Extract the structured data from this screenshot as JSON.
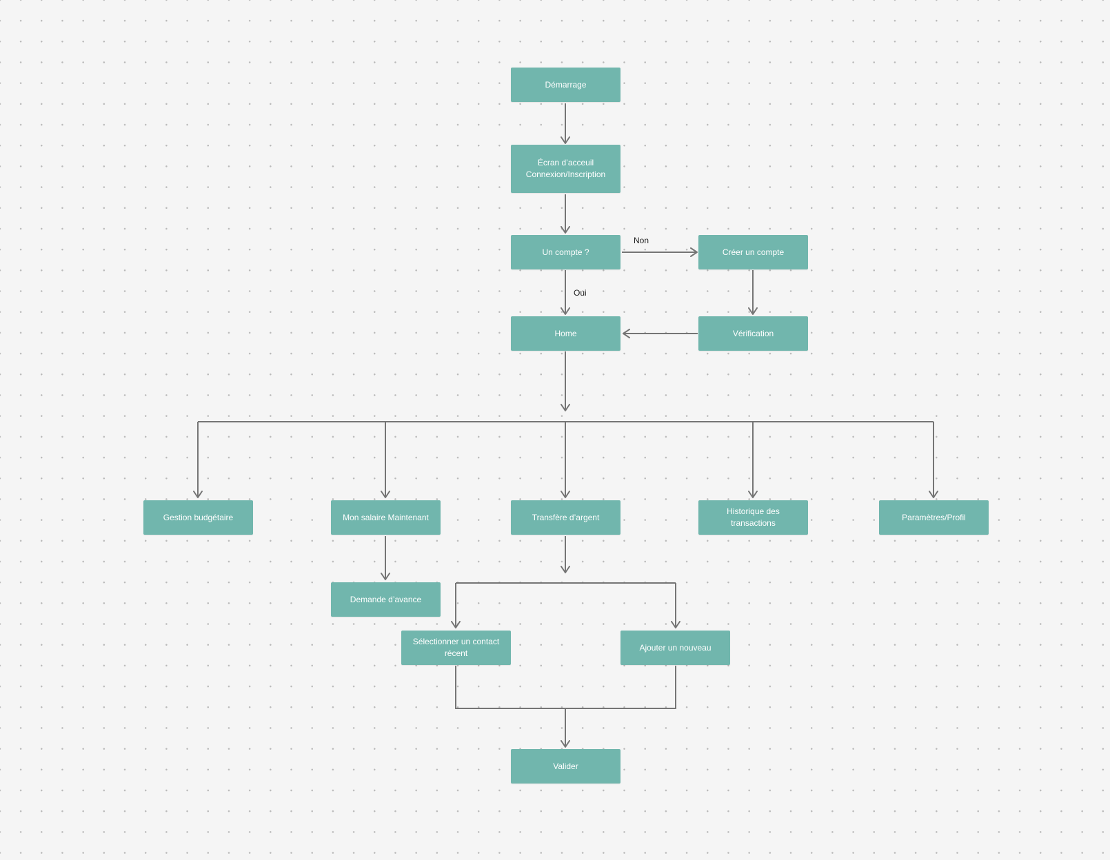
{
  "diagram": {
    "nodes": {
      "demarrage": "Démarrage",
      "ecran": "Écran d’acceuil Connexion/Inscription",
      "un_compte": "Un compte ?",
      "creer_compte": "Créer un compte",
      "home": "Home",
      "verification": "Vérification",
      "gestion": "Gestion budgétaire",
      "salaire": "Mon salaire Maintenant",
      "transfere": "Transfère d’argent",
      "historique": "Historique des transactions",
      "parametres": "Paramètres/Profil",
      "demande": "Demande d’avance",
      "selectionner": "Sélectionner un contact récent",
      "ajouter": "Ajouter un nouveau",
      "valider": "Valider"
    },
    "edge_labels": {
      "non": "Non",
      "oui": "Oui"
    },
    "colors": {
      "node_fill": "#71b6ad",
      "node_text": "#ffffff",
      "connector": "#757575",
      "background": "#f5f5f5"
    }
  }
}
